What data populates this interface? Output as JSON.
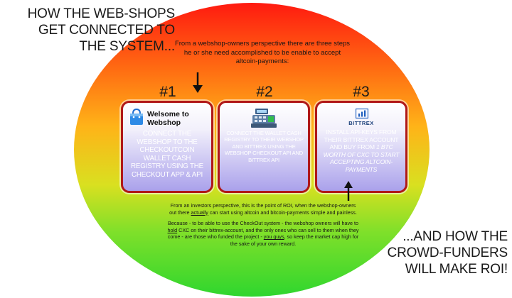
{
  "headline_left": [
    "HOW THE WEB-SHOPS",
    "GET CONNECTED TO",
    "THE SYSTEM..."
  ],
  "headline_right": [
    "...AND HOW THE",
    "CROWD-FUNDERS",
    "WILL MAKE ROI!"
  ],
  "intro_text": "From a webshop-owners perspective there are three steps he or she need accomplished to be enable to accept altcoin-payments:",
  "steps": [
    {
      "number": "#1",
      "title_line1": "Welsome to",
      "title_line2": "Webshop",
      "text": "CONNECT THE WEBSHOP TO THE CHECKOUTCOIN WALLET CASH REGISTRY USING THE CHECKOUT APP & API"
    },
    {
      "number": "#2",
      "text": "CONNECT THE WALLET CASH REGISTRY TO THEIR WEBSHOP AND BITTREX USING THE WEBSHOP CHECKOUT API AND BITTREX API"
    },
    {
      "number": "#3",
      "logo_text": "BITTREX",
      "text_main": "INSTALL API-KEYS FROM THEIR BITTREX ACCOUNT AND BUY FROM",
      "text_italic": "1 BTC WORTH OF CXC TO START ACCEPTING ALTCOIN-PAYMENTS"
    }
  ],
  "investor_p1": {
    "before": "From an investors perspective, this is the point of ROI, when the webshop-owners out there",
    "underlined": "actually",
    "after": "can start using altcoin and bitcoin-payments simple and painless."
  },
  "investor_p2": {
    "part1": "Because - to be able to use the CheckOut system - the webshop owners will have to",
    "u1": "hold",
    "part2": "CXC on their bittrex-account, and the only ones who can sell to them when they come - are those who funded the project -",
    "u2": "you guys",
    "part3": ", so keep the market cap high for the sake of your own reward."
  },
  "colors": {
    "card_border": "#b01818",
    "circle_top": "#ff1a10",
    "circle_mid": "#ffb318",
    "circle_bottom": "#2fd62e",
    "card_fill": "#aaa1eb"
  }
}
